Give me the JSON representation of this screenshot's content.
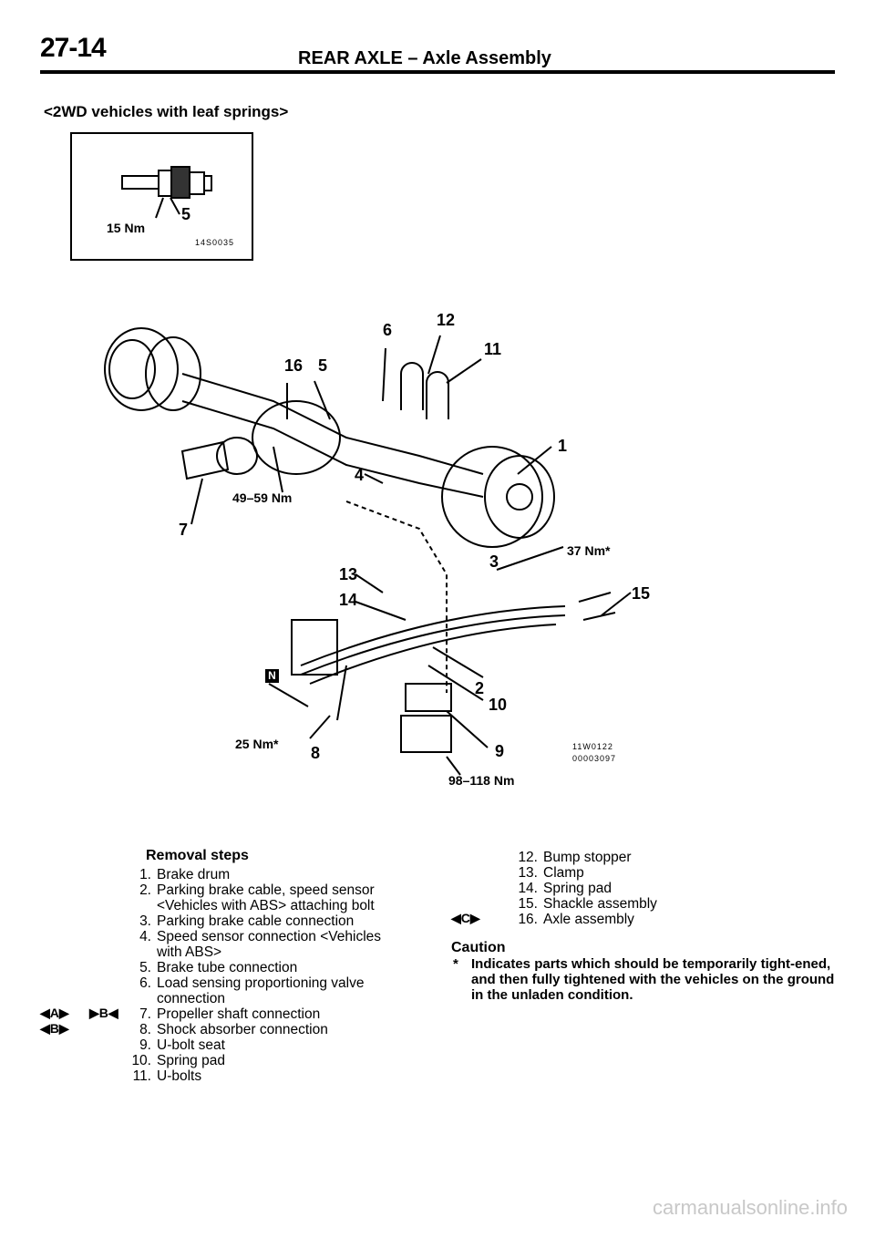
{
  "header": {
    "page_number": "27-14",
    "title": "REAR AXLE – Axle Assembly"
  },
  "variant_label": "<2WD vehicles with leaf springs>",
  "inset": {
    "torque": "15 Nm",
    "part": "5",
    "code": "14S0035"
  },
  "figure": {
    "callouts": [
      "1",
      "2",
      "3",
      "4",
      "5",
      "6",
      "7",
      "8",
      "9",
      "10",
      "11",
      "12",
      "13",
      "14",
      "15",
      "16"
    ],
    "torques": {
      "t1": "49–59 Nm",
      "t2": "37 Nm*",
      "t3": "25 Nm*",
      "t4": "98–118 Nm"
    },
    "n_marker": "N",
    "code1": "11W0122",
    "code2": "00003097"
  },
  "steps": {
    "title": "Removal steps",
    "items": [
      {
        "num": "1.",
        "lines": [
          "Brake drum"
        ]
      },
      {
        "num": "2.",
        "lines": [
          "Parking brake cable, speed sensor",
          "<Vehicles with ABS> attaching bolt"
        ]
      },
      {
        "num": "3.",
        "lines": [
          "Parking brake cable connection"
        ]
      },
      {
        "num": "4.",
        "lines": [
          "Speed sensor connection <Vehicles",
          "with ABS>"
        ]
      },
      {
        "num": "5.",
        "lines": [
          "Brake tube connection"
        ]
      },
      {
        "num": "6.",
        "lines": [
          "Load sensing proportioning valve",
          "connection"
        ]
      },
      {
        "num": "7.",
        "lines": [
          "Propeller shaft connection"
        ]
      },
      {
        "num": "8.",
        "lines": [
          "Shock absorber connection"
        ]
      },
      {
        "num": "9.",
        "lines": [
          "U-bolt seat"
        ]
      },
      {
        "num": "10.",
        "lines": [
          "Spring pad"
        ]
      },
      {
        "num": "11.",
        "lines": [
          "U-bolts"
        ]
      },
      {
        "num": "12.",
        "lines": [
          "Bump stopper"
        ]
      },
      {
        "num": "13.",
        "lines": [
          "Clamp"
        ]
      },
      {
        "num": "14.",
        "lines": [
          "Spring pad"
        ]
      },
      {
        "num": "15.",
        "lines": [
          "Shackle assembly"
        ]
      },
      {
        "num": "16.",
        "lines": [
          "Axle assembly"
        ]
      }
    ],
    "marks": {
      "m7a": "◀A▶",
      "m7b": "▶B◀",
      "m8": "◀B▶",
      "m16": "◀C▶"
    }
  },
  "caution": {
    "title": "Caution",
    "star": "*",
    "text": "Indicates parts which should be temporarily tight-ened, and then fully tightened with the vehicles on the ground in the unladen condition."
  },
  "watermark": "carmanualsonline.info"
}
